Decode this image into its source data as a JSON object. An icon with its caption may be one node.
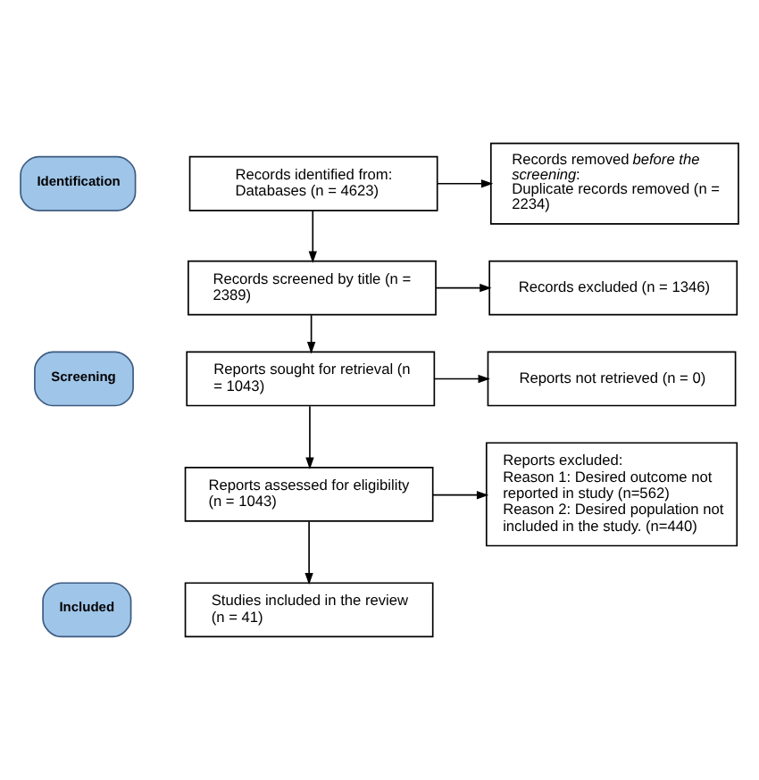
{
  "diagram": {
    "nodes": [
      {
        "text": [
          "Identification"
        ]
      },
      {
        "text": [
          "Records identified from:",
          "Databases (n = 4623)"
        ]
      },
      {
        "text": [
          "Records removed *before the screening*:",
          "Duplicate records removed (n = 2234)"
        ]
      },
      {
        "text": [
          "Screening"
        ]
      },
      {
        "text": [
          "Records screened by title (n = 2389)"
        ]
      },
      {
        "text": [
          "Records excluded (n = 1346)"
        ]
      },
      {
        "text": [
          "Reports sought for retrieval (n = 1043)"
        ]
      },
      {
        "text": [
          "Reports not retrieved (n = 0)"
        ]
      },
      {
        "text": [
          "Reports assessed for eligibility (n = 1043)"
        ]
      },
      {
        "text": [
          "Reports excluded:",
          "Reason 1: Desired outcome not reported in study (n=562)",
          "Reason 2: Desired population not included in the study. (n=440)"
        ]
      },
      {
        "text": [
          "Included"
        ]
      },
      {
        "text": [
          "Studies included in the review (n = 41)"
        ]
      }
    ],
    "edges": [
      {
        "from": 1,
        "to": 2,
        "arrow": "to"
      },
      {
        "from": 1,
        "to": 4,
        "arrow": "to"
      },
      {
        "from": 4,
        "to": 5,
        "arrow": "to"
      },
      {
        "from": 4,
        "to": 6,
        "arrow": "to"
      },
      {
        "from": 6,
        "to": 7,
        "arrow": "to"
      },
      {
        "from": 6,
        "to": 8,
        "arrow": "to"
      },
      {
        "from": 8,
        "to": 9,
        "arrow": "to"
      },
      {
        "from": 8,
        "to": 11,
        "arrow": "to"
      }
    ]
  }
}
